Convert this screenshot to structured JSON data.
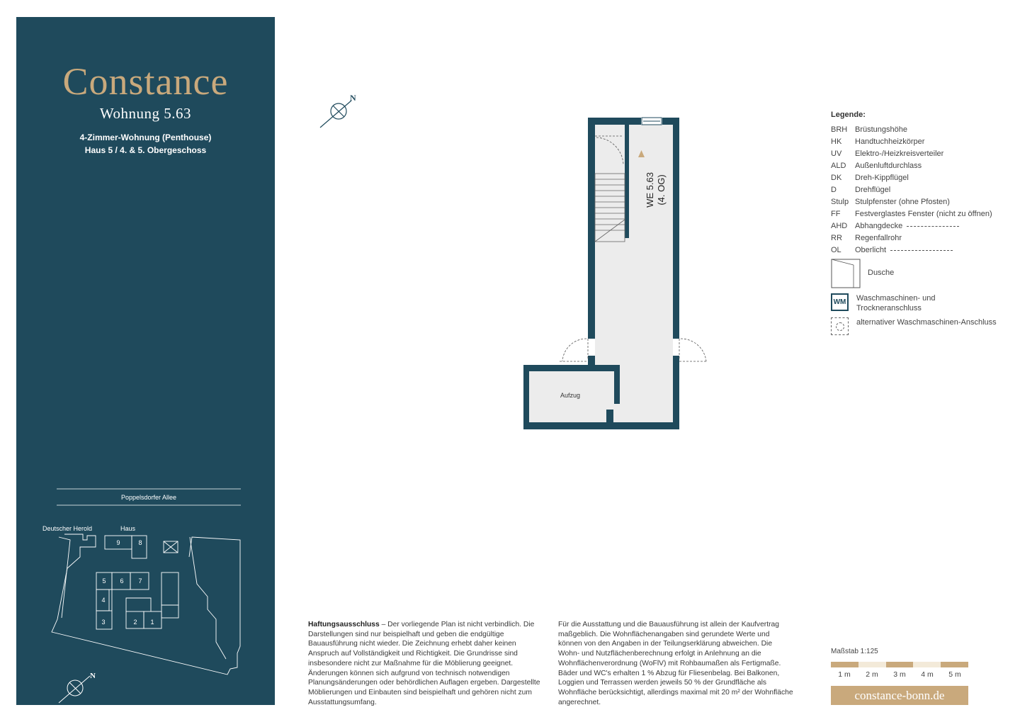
{
  "brand": {
    "name": "Constance",
    "website": "constance-bonn.de",
    "colors": {
      "panel": "#1f4a5c",
      "gold": "#c9a97c",
      "plan_gray": "#ececec"
    }
  },
  "unit": {
    "title": "Wohnung 5.63",
    "type_line": "4-Zimmer-Wohnung (Penthouse)",
    "floor_line": "Haus 5 / 4. & 5. Obergeschoss"
  },
  "site_plan": {
    "street": "Poppelsdorfer Allee",
    "neighbor_label": "Deutscher Herold",
    "house_label": "Haus",
    "compass_label": "N",
    "houses": [
      "9",
      "8",
      "5",
      "6",
      "7",
      "4",
      "3",
      "2",
      "1"
    ]
  },
  "floor_plan": {
    "compass_label": "N",
    "unit_label": "WE 5.63",
    "unit_floor": "(4. OG)",
    "room_label": "Aufzug"
  },
  "legend": {
    "title": "Legende:",
    "items": [
      {
        "abbr": "BRH",
        "text": "Brüstungshöhe"
      },
      {
        "abbr": "HK",
        "text": "Handtuchheizkörper"
      },
      {
        "abbr": "UV",
        "text": "Elektro-/Heizkreisverteiler"
      },
      {
        "abbr": "ALD",
        "text": "Außenluftdurchlass"
      },
      {
        "abbr": "DK",
        "text": "Dreh-Kippflügel"
      },
      {
        "abbr": "D",
        "text": "Drehflügel"
      },
      {
        "abbr": "Stulp",
        "text": "Stulpfenster (ohne Pfosten)"
      },
      {
        "abbr": "FF",
        "text": "Festverglastes Fenster (nicht zu öffnen)"
      },
      {
        "abbr": "AHD",
        "text": "Abhangdecke"
      },
      {
        "abbr": "RR",
        "text": "Regenfallrohr"
      },
      {
        "abbr": "OL",
        "text": "Oberlicht"
      }
    ],
    "dusche": "Dusche",
    "wm_symbol": "WM",
    "wm_text": "Waschmaschinen- und Trockneranschluss",
    "alt_text": "alternativer Waschmaschinen-Anschluss"
  },
  "disclaimer": {
    "heading": "Haftungsausschluss",
    "col1": " – Der vorliegende Plan ist nicht verbindlich. Die Darstellungen sind nur beispielhaft und geben die endgültige Bauausführung nicht wieder. Die Zeichnung erhebt daher keinen Anspruch auf Vollständigkeit und Richtigkeit. Die Grundrisse sind insbesondere nicht zur Maßnahme für die Möblierung geeignet. Änderungen können sich aufgrund von technisch notwendigen Planungsänderungen oder behördlichen Auflagen ergeben. Dargestellte Möblierungen und Einbauten sind beispielhaft und gehören nicht zum Ausstattungsumfang.",
    "col2": "Für die Ausstattung und die Bauausführung ist allein der Kaufvertrag maßgeblich. Die Wohnflächenangaben sind gerundete Werte und können von den Angaben in der Teilungserklärung abweichen. Die Wohn- und Nutzflächenberechnung erfolgt in Anlehnung an die Wohnflächenverordnung (WoFlV) mit Rohbaumaßen als Fertigmaße. Bäder und WC's erhalten 1 % Abzug für Fliesenbelag. Bei Balkonen, Loggien und Terrassen werden jeweils 50 % der Grundfläche als Wohnfläche berücksichtigt, allerdings maximal mit 20 m² der Wohnfläche angerechnet."
  },
  "scale": {
    "label": "Maßstab 1:125",
    "ticks": [
      "1 m",
      "2 m",
      "3 m",
      "4 m",
      "5 m"
    ]
  }
}
